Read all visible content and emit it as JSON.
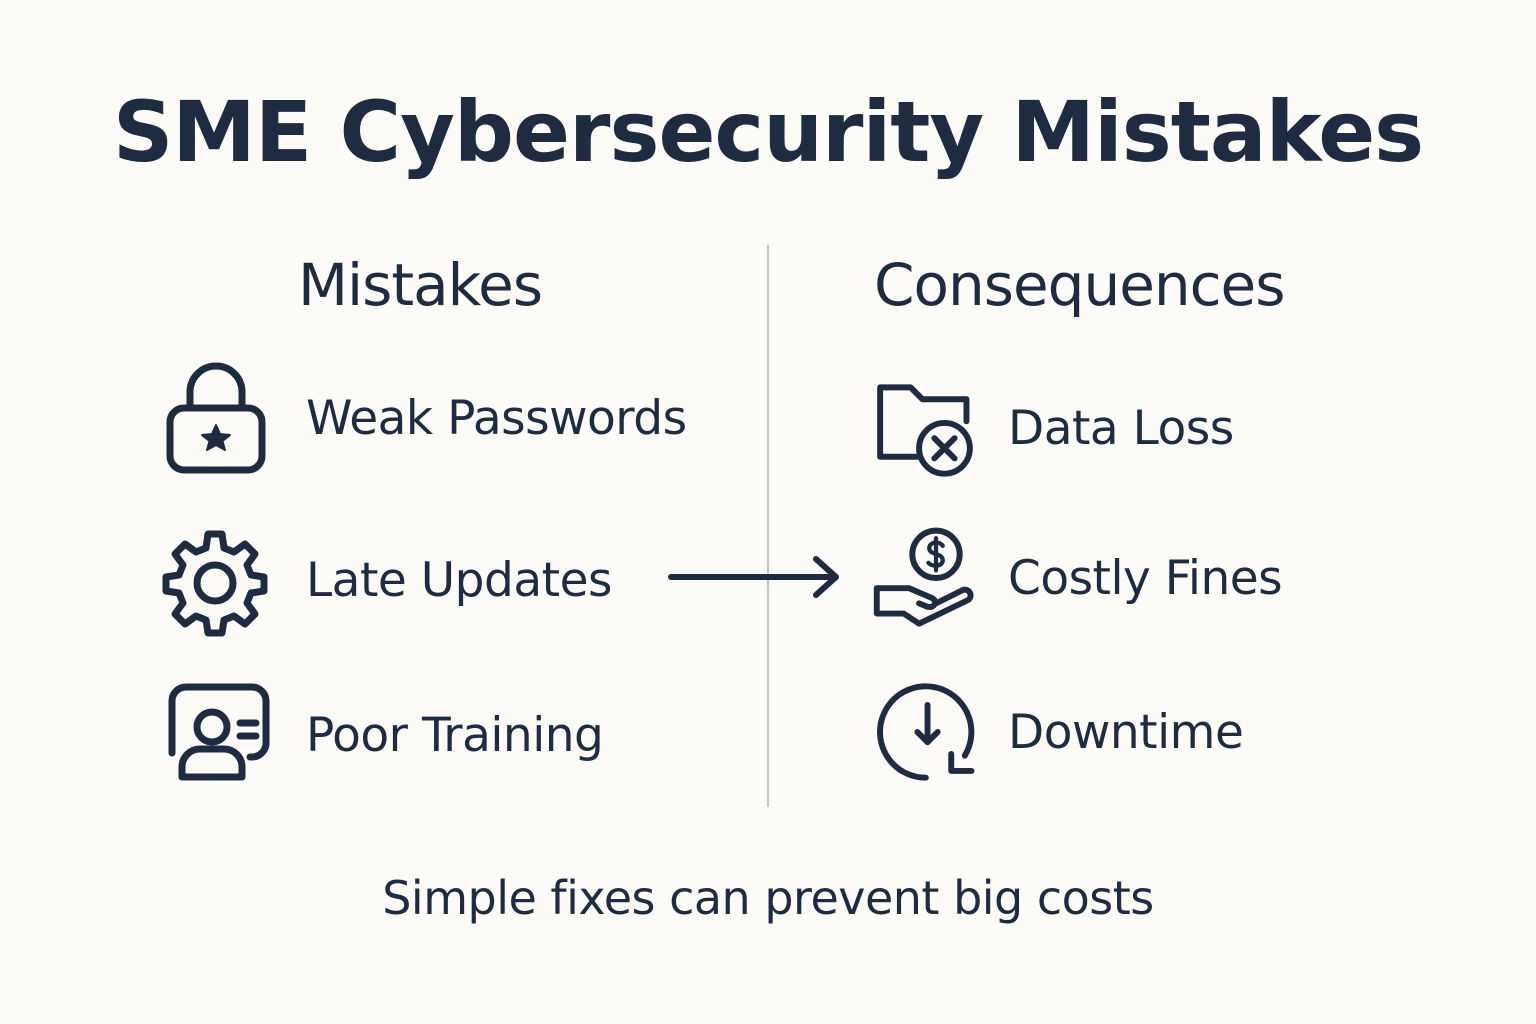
{
  "title": "SME Cybersecurity Mistakes",
  "columns": {
    "mistakes": {
      "heading": "Mistakes",
      "items": [
        {
          "label": "Weak Passwords",
          "icon": "lock-star-icon"
        },
        {
          "label": "Late Updates",
          "icon": "gear-icon"
        },
        {
          "label": "Poor Training",
          "icon": "user-id-card-icon"
        }
      ]
    },
    "consequences": {
      "heading": "Consequences",
      "items": [
        {
          "label": "Data Loss",
          "icon": "folder-x-icon"
        },
        {
          "label": "Costly Fines",
          "icon": "hand-dollar-icon"
        },
        {
          "label": "Downtime",
          "icon": "clock-down-arrow-icon"
        }
      ]
    }
  },
  "connector": {
    "icon": "arrow-right-icon"
  },
  "footer": "Simple fixes can prevent big costs",
  "colors": {
    "background": "#fdfbf8",
    "ink": "#1e2b40",
    "divider": "#c3c6cc"
  }
}
